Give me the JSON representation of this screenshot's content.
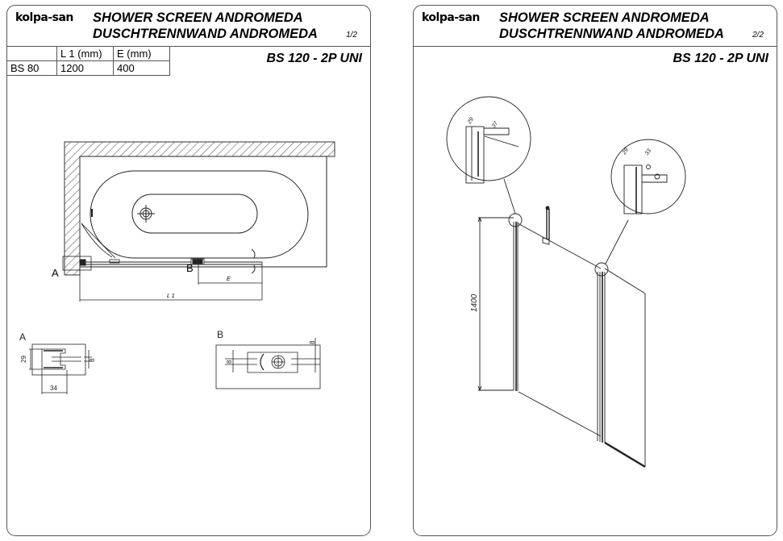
{
  "pages": [
    {
      "logo": "kolpa-san",
      "title_line1": "SHOWER SCREEN ANDROMEDA",
      "title_line2": "DUSCHTRENNWAND ANDROMEDA",
      "page_number": "1/2",
      "model": "BS 120 - 2P UNI",
      "table": {
        "headers": [
          "",
          "L 1 (mm)",
          "E (mm)"
        ],
        "rows": [
          [
            "BS 80",
            "1200",
            "400"
          ]
        ]
      },
      "plan_labels": {
        "detail_a": "A",
        "detail_b": "B",
        "dim_e": "E",
        "dim_l1": "L 1"
      },
      "detail_a": {
        "label": "A",
        "dim_height": "29",
        "dim_width": "34",
        "dim_gap": "8"
      },
      "detail_b": {
        "label": "B",
        "dim_left": "8",
        "dim_right": "8"
      }
    },
    {
      "logo": "kolpa-san",
      "title_line1": "SHOWER SCREEN ANDROMEDA",
      "title_line2": "DUSCHTRENNWAND ANDROMEDA",
      "page_number": "2/2",
      "model": "BS 120 - 2P UNI",
      "height_dim": "1400",
      "callout_left": {
        "dim_a": "29",
        "dim_b": "37"
      },
      "callout_right": {
        "dim_a": "29",
        "dim_b": "33"
      }
    }
  ]
}
